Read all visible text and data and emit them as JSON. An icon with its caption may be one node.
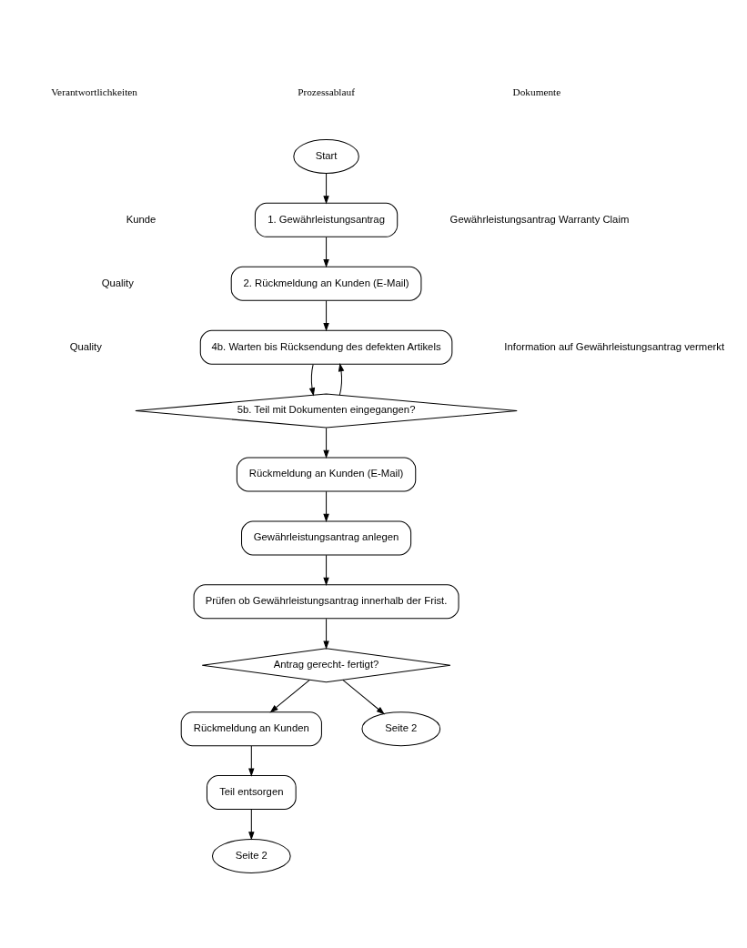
{
  "diagram": {
    "nodes": [
      {
        "text": [
          "Start"
        ]
      },
      {
        "text": [
          "1. Gewährleistungsantrag"
        ]
      },
      {
        "text": [
          "2. Rückmeldung an Kunden (E-Mail)"
        ]
      },
      {
        "text": [
          "4b. Warten bis Rücksendung des defekten Artikels"
        ]
      },
      {
        "text": [
          "5b. Teil mit Dokumenten eingegangen?"
        ]
      },
      {
        "text": [
          "Rückmeldung an Kunden (E-Mail)"
        ]
      },
      {
        "text": [
          "Gewährleistungsantrag anlegen"
        ]
      },
      {
        "text": [
          "Prüfen ob Gewährleistungsantrag innerhalb der Frist."
        ]
      },
      {
        "text": [
          "Antrag gerecht- fertigt?"
        ]
      },
      {
        "text": [
          "Rückmeldung an Kunden"
        ]
      },
      {
        "text": [
          "Teil entsorgen"
        ]
      },
      {
        "text": [
          "Seite 2"
        ]
      },
      {
        "text": [
          "Seite 2"
        ]
      }
    ],
    "edges": [
      {
        "from": 0,
        "to": 1,
        "arrow": "to"
      },
      {
        "from": 1,
        "to": 2,
        "arrow": "to"
      },
      {
        "from": 2,
        "to": 3,
        "arrow": "to"
      },
      {
        "from": 3,
        "to": 4,
        "arrow": "to"
      },
      {
        "from": 4,
        "to": 3,
        "arrow": "to"
      },
      {
        "from": 4,
        "to": 5,
        "arrow": "to"
      },
      {
        "from": 5,
        "to": 6,
        "arrow": "to"
      },
      {
        "from": 6,
        "to": 7,
        "arrow": "to"
      },
      {
        "from": 7,
        "to": 8,
        "arrow": "to"
      },
      {
        "from": 8,
        "to": 9,
        "arrow": "to"
      },
      {
        "from": 9,
        "to": 10,
        "arrow": "to"
      },
      {
        "from": 10,
        "to": 11,
        "arrow": "to"
      },
      {
        "from": 8,
        "to": 12,
        "arrow": "to"
      }
    ],
    "labels": [
      "Verantwortlichkeiten",
      "Prozessablauf",
      "Dokumente",
      "Kunde",
      "Gewährleistungsantrag Warranty Claim",
      "Quality",
      "Quality",
      "Information auf Gewährleistungsantrag vermerkt"
    ]
  }
}
